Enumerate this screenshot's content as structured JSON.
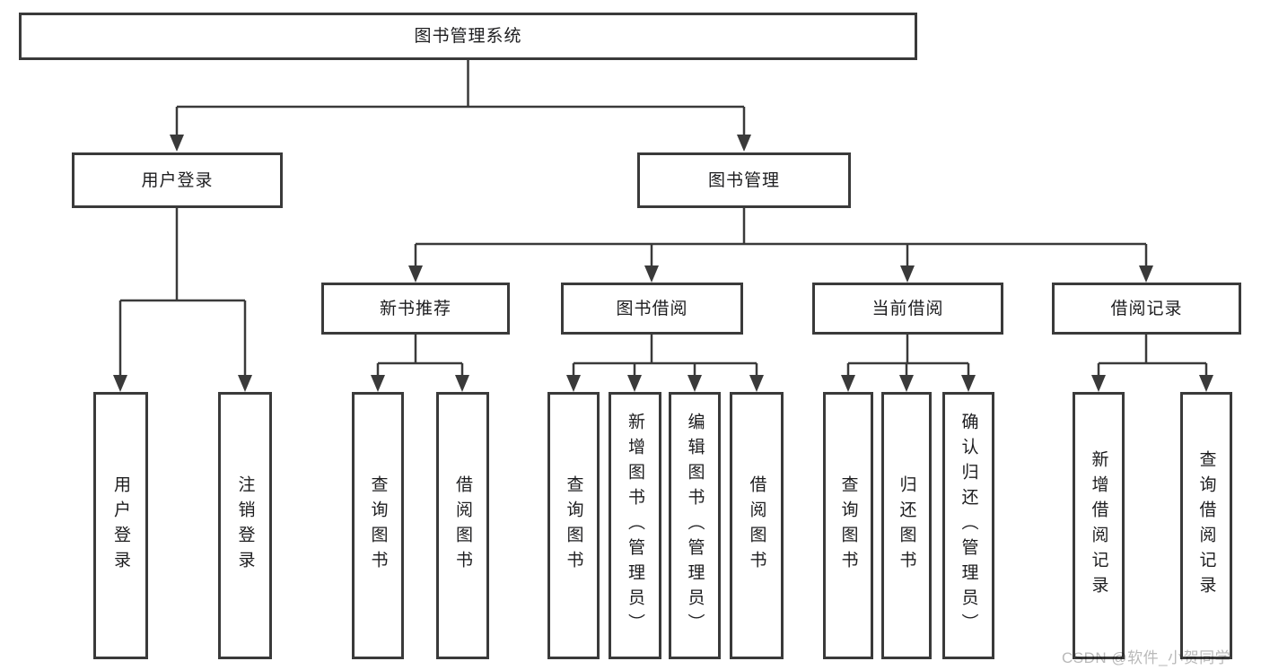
{
  "diagram": {
    "type": "tree",
    "title": "图书管理系统",
    "children": [
      {
        "label": "用户登录",
        "children": [
          {
            "label": "用户登录"
          },
          {
            "label": "注销登录"
          }
        ]
      },
      {
        "label": "图书管理",
        "children": [
          {
            "label": "新书推荐",
            "children": [
              {
                "label": "查询图书"
              },
              {
                "label": "借阅图书"
              }
            ]
          },
          {
            "label": "图书借阅",
            "children": [
              {
                "label": "查询图书"
              },
              {
                "label": "新增图书（管理员）"
              },
              {
                "label": "编辑图书（管理员）"
              },
              {
                "label": "借阅图书"
              }
            ]
          },
          {
            "label": "当前借阅",
            "children": [
              {
                "label": "查询图书"
              },
              {
                "label": "归还图书"
              },
              {
                "label": "确认归还（管理员）"
              }
            ]
          },
          {
            "label": "借阅记录",
            "children": [
              {
                "label": "新增借阅记录"
              },
              {
                "label": "查询借阅记录"
              }
            ]
          }
        ]
      }
    ]
  },
  "watermark": {
    "text": "CSDN @软件_小贺同学"
  },
  "colors": {
    "line": "#3a3a3a",
    "text": "#1d1d1f",
    "background": "#ffffff",
    "watermark": "#b9b9b9"
  }
}
